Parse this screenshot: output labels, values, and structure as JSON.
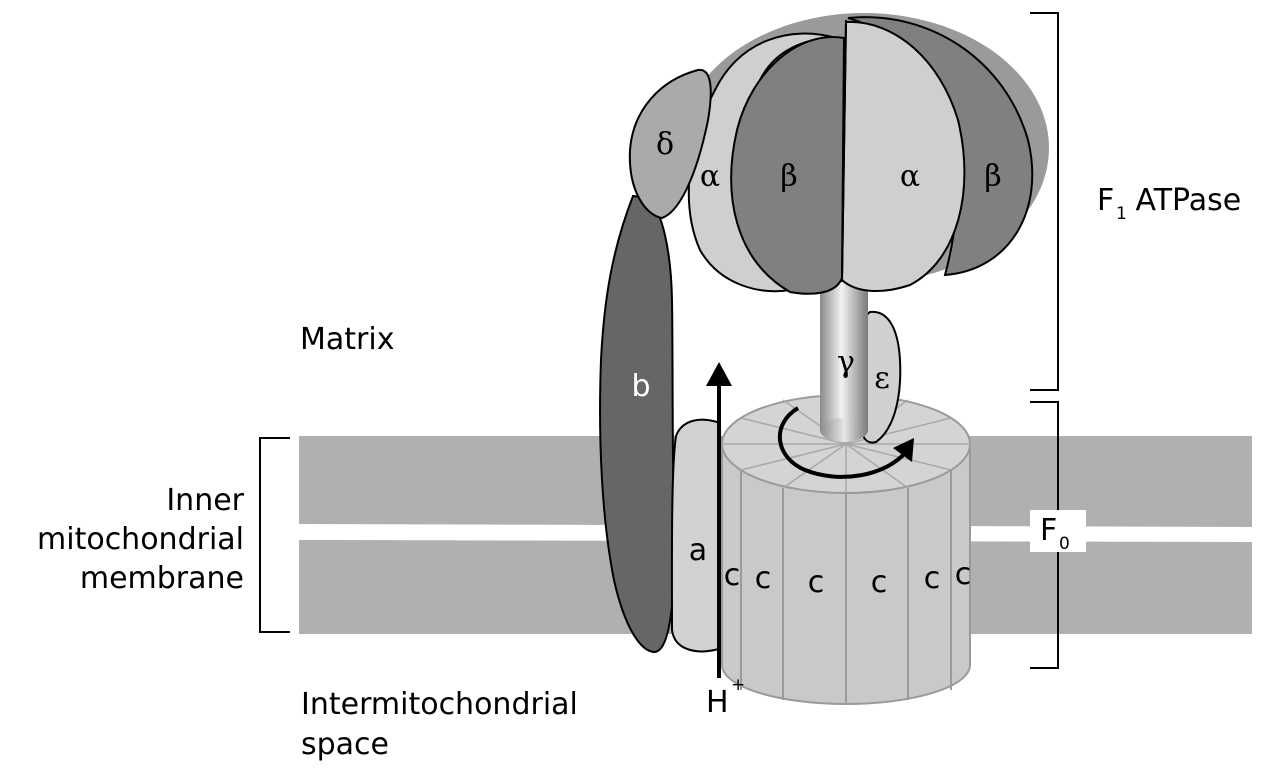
{
  "labels": {
    "matrix": "Matrix",
    "inner_line1": "Inner",
    "inner_line2": "mitochondrial",
    "inner_line3": "membrane",
    "inter_line1": "Intermitochondrial",
    "inter_line2": "space",
    "f1_prefix": "F",
    "f1_sub": "1",
    "f1_suffix": " ATPase",
    "f0_prefix": "F",
    "f0_sub": "0",
    "proton": "H",
    "proton_charge": "+"
  },
  "subunits": {
    "delta": "δ",
    "alpha": "α",
    "beta": "β",
    "gamma": "γ",
    "epsilon": "ε",
    "b": "b",
    "a": "a",
    "c": "c"
  },
  "colors": {
    "membrane": "#b0b0b0",
    "alpha": "#cfcfcf",
    "beta": "#808080",
    "delta": "#aaaaaa",
    "b_stalk": "#666666",
    "a_unit": "#d2d2d2",
    "c_ring": "#c9c9c9"
  }
}
